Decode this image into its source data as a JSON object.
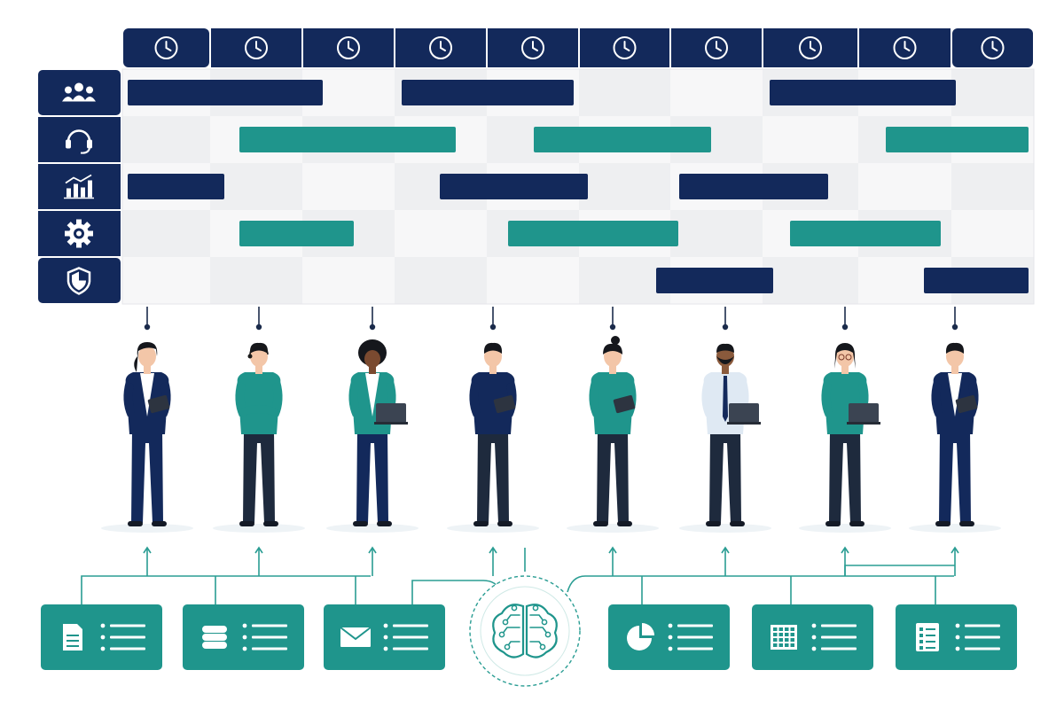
{
  "colors": {
    "navy": "#13295b",
    "teal": "#1f958c",
    "teal_dark": "#157d75",
    "grid_light": "#f7f7f8",
    "grid_mid": "#eeeff1",
    "line": "#2a9d93",
    "white": "#ffffff"
  },
  "timeline": {
    "column_count": 10,
    "column_icon": "clock-icon"
  },
  "rows": [
    {
      "icon": "team-icon",
      "bar_color": "navy"
    },
    {
      "icon": "headset-icon",
      "bar_color": "teal"
    },
    {
      "icon": "bar-chart-icon",
      "bar_color": "navy"
    },
    {
      "icon": "gear-icon",
      "bar_color": "teal"
    },
    {
      "icon": "shield-icon",
      "bar_color": "navy"
    }
  ],
  "people": [
    {
      "name": "person-1",
      "hair": "long",
      "shirt": "#ffffff",
      "jacket": "#13295b",
      "pants": "#13295b",
      "device": "tablet",
      "skin": "#f3c6a8"
    },
    {
      "name": "person-2",
      "hair": "short",
      "shirt": "#1f958c",
      "jacket": null,
      "pants": "#1e2a3d",
      "device": "headset",
      "skin": "#f3c6a8"
    },
    {
      "name": "person-3",
      "hair": "curly",
      "shirt": "#ffffff",
      "jacket": "#1f958c",
      "pants": "#13295b",
      "device": "laptop",
      "skin": "#7a4a30"
    },
    {
      "name": "person-4",
      "hair": "short",
      "shirt": "#13295b",
      "jacket": null,
      "pants": "#1e2a3d",
      "device": "tablet",
      "skin": "#f3c6a8"
    },
    {
      "name": "person-5",
      "hair": "bun",
      "shirt": "#1f958c",
      "jacket": null,
      "pants": "#1e2a3d",
      "device": "tablet",
      "skin": "#f3c6a8"
    },
    {
      "name": "person-6",
      "hair": "beard",
      "shirt": "#dfe9f3",
      "jacket": null,
      "pants": "#1e2a3d",
      "device": "laptop",
      "skin": "#8a5a3c"
    },
    {
      "name": "person-7",
      "hair": "glasses",
      "shirt": "#1f958c",
      "jacket": null,
      "pants": "#1e2a3d",
      "device": "laptop",
      "skin": "#f3c6a8"
    },
    {
      "name": "person-8",
      "hair": "short",
      "shirt": "#ffffff",
      "jacket": "#13295b",
      "pants": "#13295b",
      "device": "tablet",
      "skin": "#f3c6a8"
    }
  ],
  "sources": [
    {
      "name": "document-source",
      "icon": "document-icon"
    },
    {
      "name": "database-source",
      "icon": "database-icon"
    },
    {
      "name": "email-source",
      "icon": "email-icon"
    },
    {
      "name": "pie-chart-source",
      "icon": "pie-chart-icon"
    },
    {
      "name": "spreadsheet-source",
      "icon": "spreadsheet-icon"
    },
    {
      "name": "checklist-source",
      "icon": "checklist-icon"
    }
  ],
  "hub": {
    "icon": "brain-icon"
  }
}
